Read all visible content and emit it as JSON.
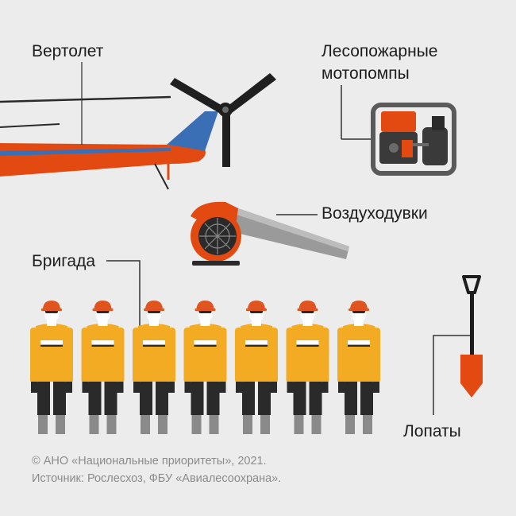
{
  "labels": {
    "helicopter": "Вертолет",
    "pumps_line1": "Лесопожарные",
    "pumps_line2": "мотопомпы",
    "blowers": "Воздуходувки",
    "crew": "Бригада",
    "shovels": "Лопаты"
  },
  "footer": {
    "copyright": "© АНО «Национальные приоритеты», 2021.",
    "source": "Источник: Рослесхоз, ФБУ «Авиалесоохрана»."
  },
  "crew_count": 7,
  "colors": {
    "background": "#ececec",
    "helicopter_orange": "#e24a12",
    "helicopter_blue": "#3a6fb5",
    "uniform_yellow": "#f2ab22",
    "helmet_orange": "#e0541f",
    "pants_dark": "#2a2a2a",
    "boots_gray": "#8a8a8a",
    "pump_frame": "#5a5a5a",
    "pump_engine": "#e24a12",
    "blower_orange": "#e24a12",
    "blower_tube": "#9a9a9a",
    "shovel_blade": "#e24a12",
    "shovel_handle": "#1d1d1d",
    "leader_line": "#333333"
  }
}
